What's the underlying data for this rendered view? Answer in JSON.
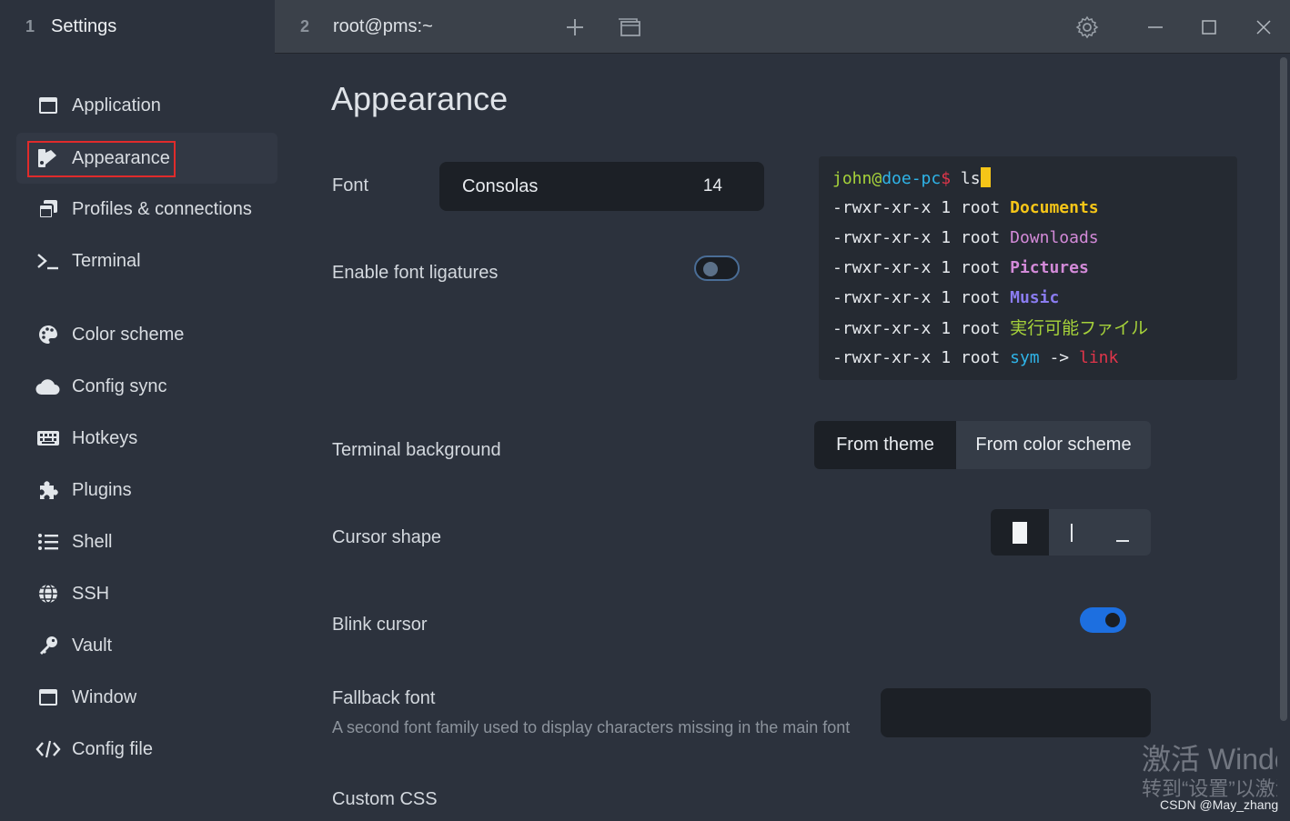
{
  "tabs": [
    {
      "number": "1",
      "title": "Settings"
    },
    {
      "number": "2",
      "title": "root@pms:~"
    }
  ],
  "window_icons": [
    "plus-icon",
    "window-icon",
    "gear-icon",
    "minimize-icon",
    "maximize-icon",
    "close-icon"
  ],
  "sidebar": {
    "items": [
      {
        "label": "Application",
        "icon": "window-icon"
      },
      {
        "label": "Appearance",
        "icon": "paint-icon"
      },
      {
        "label": "Profiles & connections",
        "icon": "profiles-icon"
      },
      {
        "label": "Terminal",
        "icon": "terminal-icon"
      },
      {
        "label": "Color scheme",
        "icon": "palette-icon"
      },
      {
        "label": "Config sync",
        "icon": "cloud-icon"
      },
      {
        "label": "Hotkeys",
        "icon": "keyboard-icon"
      },
      {
        "label": "Plugins",
        "icon": "puzzle-icon"
      },
      {
        "label": "Shell",
        "icon": "list-icon"
      },
      {
        "label": "SSH",
        "icon": "globe-icon"
      },
      {
        "label": "Vault",
        "icon": "key-icon"
      },
      {
        "label": "Window",
        "icon": "window-icon"
      },
      {
        "label": "Config file",
        "icon": "code-icon"
      }
    ],
    "selected": "Appearance",
    "highlight_color": "#e02b2b"
  },
  "main": {
    "title": "Appearance",
    "font": {
      "label": "Font",
      "name": "Consolas",
      "size": "14"
    },
    "ligatures": {
      "label": "Enable font ligatures",
      "enabled": false
    },
    "terminal_background": {
      "label": "Terminal background",
      "options": [
        "From theme",
        "From color scheme"
      ],
      "selected": "From theme"
    },
    "cursor_shape": {
      "label": "Cursor shape",
      "options": [
        "block",
        "beam",
        "underline"
      ],
      "selected": "block"
    },
    "blink_cursor": {
      "label": "Blink cursor",
      "enabled": true
    },
    "fallback_font": {
      "label": "Fallback font",
      "description": "A second font family used to display characters missing in the main font",
      "value": ""
    },
    "custom_css": {
      "label": "Custom CSS"
    }
  },
  "preview": {
    "prompt_user": "john",
    "prompt_at": "@",
    "prompt_host": "doe-pc",
    "prompt_symbol": "$",
    "command": "ls",
    "lines": [
      {
        "perms": "-rwxr-xr-x",
        "links": "1",
        "owner": "root",
        "name": "Documents",
        "color": "#f5c518"
      },
      {
        "perms": "-rwxr-xr-x",
        "links": "1",
        "owner": "root",
        "name": "Downloads",
        "color": "#d38ad8"
      },
      {
        "perms": "-rwxr-xr-x",
        "links": "1",
        "owner": "root",
        "name": "Pictures",
        "color": "#d38ad8"
      },
      {
        "perms": "-rwxr-xr-x",
        "links": "1",
        "owner": "root",
        "name": "Music",
        "color": "#8a7cf0"
      },
      {
        "perms": "-rwxr-xr-x",
        "links": "1",
        "owner": "root",
        "name": "実行可能ファイル",
        "color": "#a6d23a"
      },
      {
        "perms": "-rwxr-xr-x",
        "links": "1",
        "owner": "root",
        "name": "sym",
        "color": "#2fb4e8",
        "arrow": "->",
        "target": "link",
        "target_color": "#e0354a"
      }
    ]
  },
  "watermark": {
    "line1": "激活 Windo",
    "line2": "转到“设置”以激活",
    "credit": "CSDN @May_zhang"
  }
}
